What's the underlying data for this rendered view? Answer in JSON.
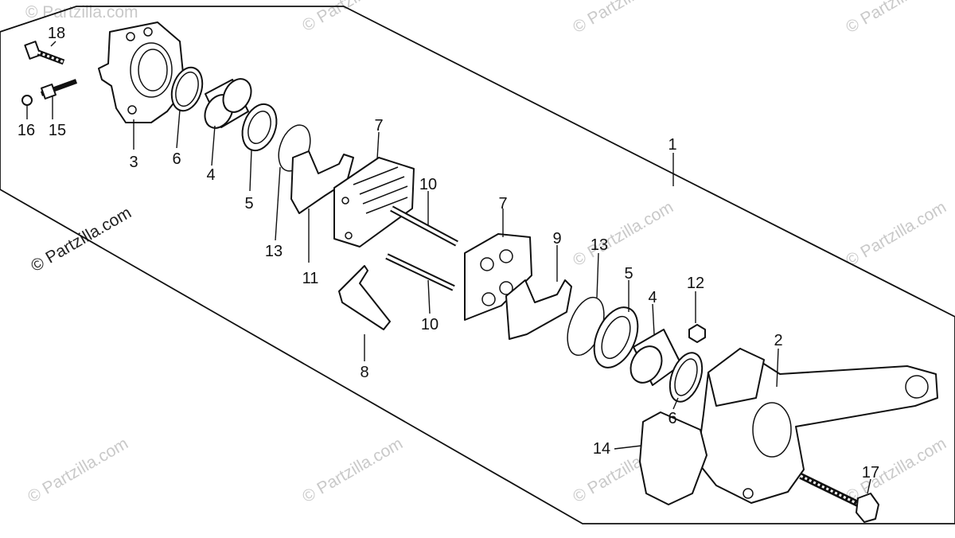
{
  "watermark": {
    "primary": "© Partzilla.com",
    "faint": "© Partzilla.com"
  },
  "labels": {
    "l1": "1",
    "l2": "2",
    "l3": "3",
    "l4a": "4",
    "l4b": "4",
    "l5a": "5",
    "l5b": "5",
    "l6a": "6",
    "l6b": "6",
    "l7a": "7",
    "l7b": "7",
    "l8": "8",
    "l9": "9",
    "l10a": "10",
    "l10b": "10",
    "l11": "11",
    "l12": "12",
    "l13a": "13",
    "l13b": "13",
    "l14": "14",
    "l15": "15",
    "l16": "16",
    "l17": "17",
    "l18": "18"
  }
}
